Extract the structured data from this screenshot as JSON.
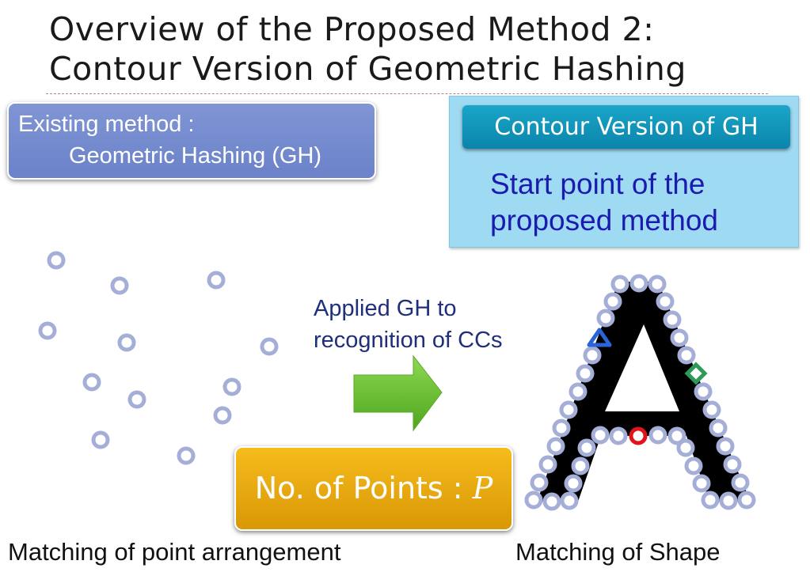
{
  "slide": {
    "title_line1": "Overview of the Proposed Method 2:",
    "title_line2": "Contour Version of Geometric Hashing"
  },
  "existing": {
    "line1": "Existing method :",
    "line2": "Geometric Hashing (GH)"
  },
  "proposed": {
    "header": "Contour Version of GH",
    "line1": "Start point of the",
    "line2": "proposed method"
  },
  "arrow_text": {
    "line1": "Applied GH to",
    "line2": "recognition of CCs"
  },
  "points_box": {
    "label": "No. of Points :",
    "symbol": "P"
  },
  "captions": {
    "left": "Matching of point arrangement",
    "right": "Matching of Shape"
  },
  "colors": {
    "point_ring": "#a4aed6",
    "arrow": "#6dc235",
    "letter": "#000000",
    "triangle_marker": "#2a64d8",
    "diamond_marker": "#2e9a5a",
    "red_marker": "#e0141a"
  },
  "icons": {
    "right_arrow": "right-arrow-icon",
    "triangle_marker": "triangle-marker-icon",
    "diamond_marker": "diamond-marker-icon",
    "circle_marker": "circle-marker-icon"
  }
}
